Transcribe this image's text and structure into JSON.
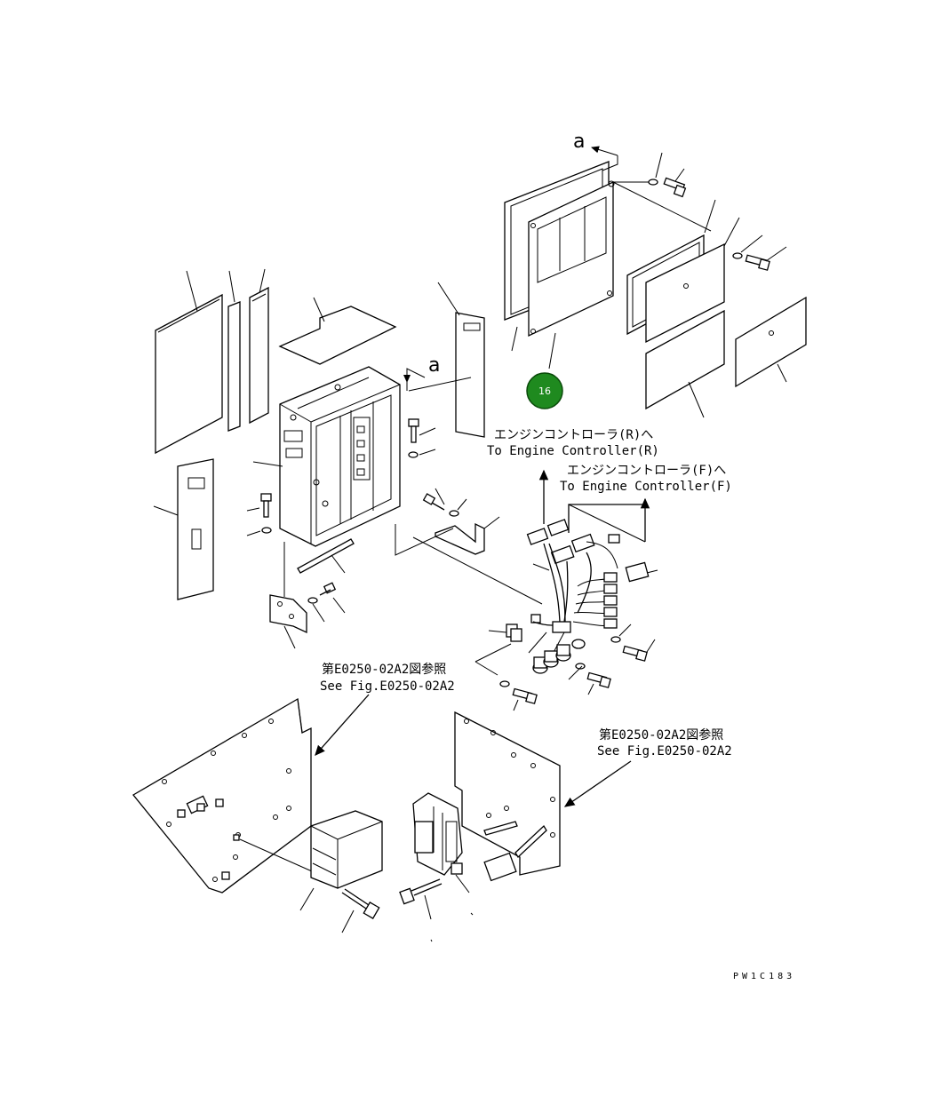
{
  "diagram": {
    "view_marker": "a",
    "callout": {
      "number": "16",
      "color": "#1f8a1f"
    },
    "labels": {
      "engine_r_jp": "エンジンコントローラ(R)へ",
      "engine_r_en": "To Engine Controller(R)",
      "engine_f_jp": "エンジンコントローラ(F)へ",
      "engine_f_en": "To Engine Controller(F)",
      "ref_left_jp": "第E0250-02A2図参照",
      "ref_left_en": "See Fig.E0250-02A2",
      "ref_right_jp": "第E0250-02A2図参照",
      "ref_right_en": "See Fig.E0250-02A2"
    },
    "drawing_code": "PW1C183"
  }
}
